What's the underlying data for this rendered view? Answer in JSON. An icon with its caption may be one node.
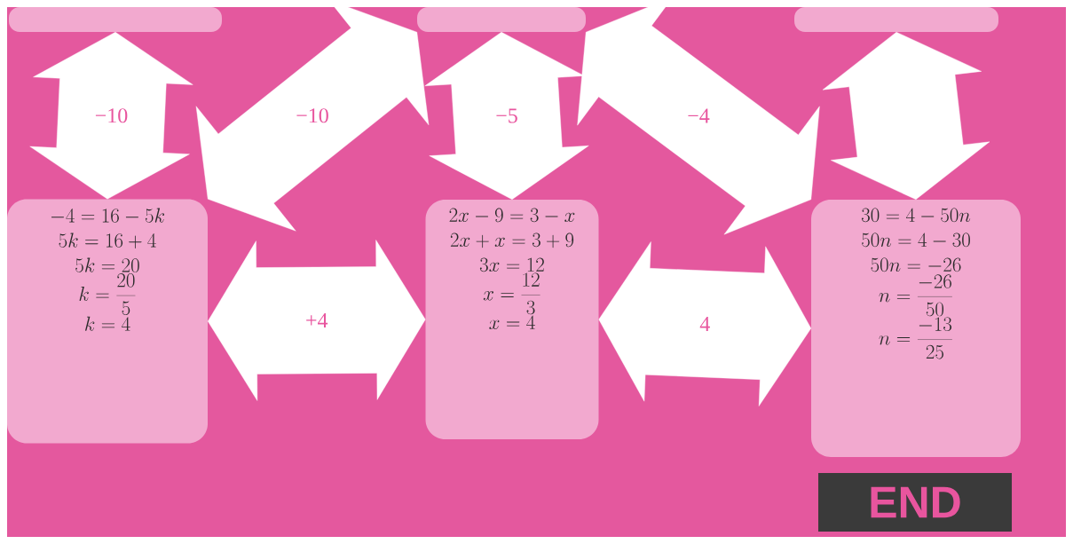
{
  "diagram": {
    "nodes": [
      {
        "text": [],
        "shape": "box"
      },
      {
        "text": [],
        "shape": "box"
      },
      {
        "text": [],
        "shape": "box"
      },
      {
        "text": [
          "-4 = 16 - 5k",
          "5k = 16 + 4",
          "5k = 20",
          "k = \\frac{20}{5}",
          "k = 4"
        ]
      },
      {
        "text": [
          "2x - 9 = 3 - x",
          "2x + x = 3 + 9",
          "3x = 12",
          "x = \\frac{12}{3}",
          "x = 4"
        ]
      },
      {
        "text": [
          "30 = 4 - 50n",
          "50n = 4 - 30",
          "50n = -26",
          "n = \\frac{-26}{50}",
          "n = \\frac{-13}{25}"
        ]
      },
      {
        "text": [
          "END"
        ]
      }
    ],
    "edges": [
      {
        "from": 0,
        "to": 3,
        "arrow": "both",
        "label": "−10"
      },
      {
        "from": 3,
        "to": 1,
        "arrow": "both",
        "label": "−10"
      },
      {
        "from": 1,
        "to": 4,
        "arrow": "both",
        "label": "−5"
      },
      {
        "from": 1,
        "to": 5,
        "arrow": "both",
        "label": "−4"
      },
      {
        "from": 2,
        "to": 5,
        "arrow": "both"
      },
      {
        "from": 3,
        "to": 4,
        "arrow": "both",
        "label": "+4"
      },
      {
        "from": 4,
        "to": 5,
        "arrow": "both",
        "label": "4"
      }
    ]
  }
}
